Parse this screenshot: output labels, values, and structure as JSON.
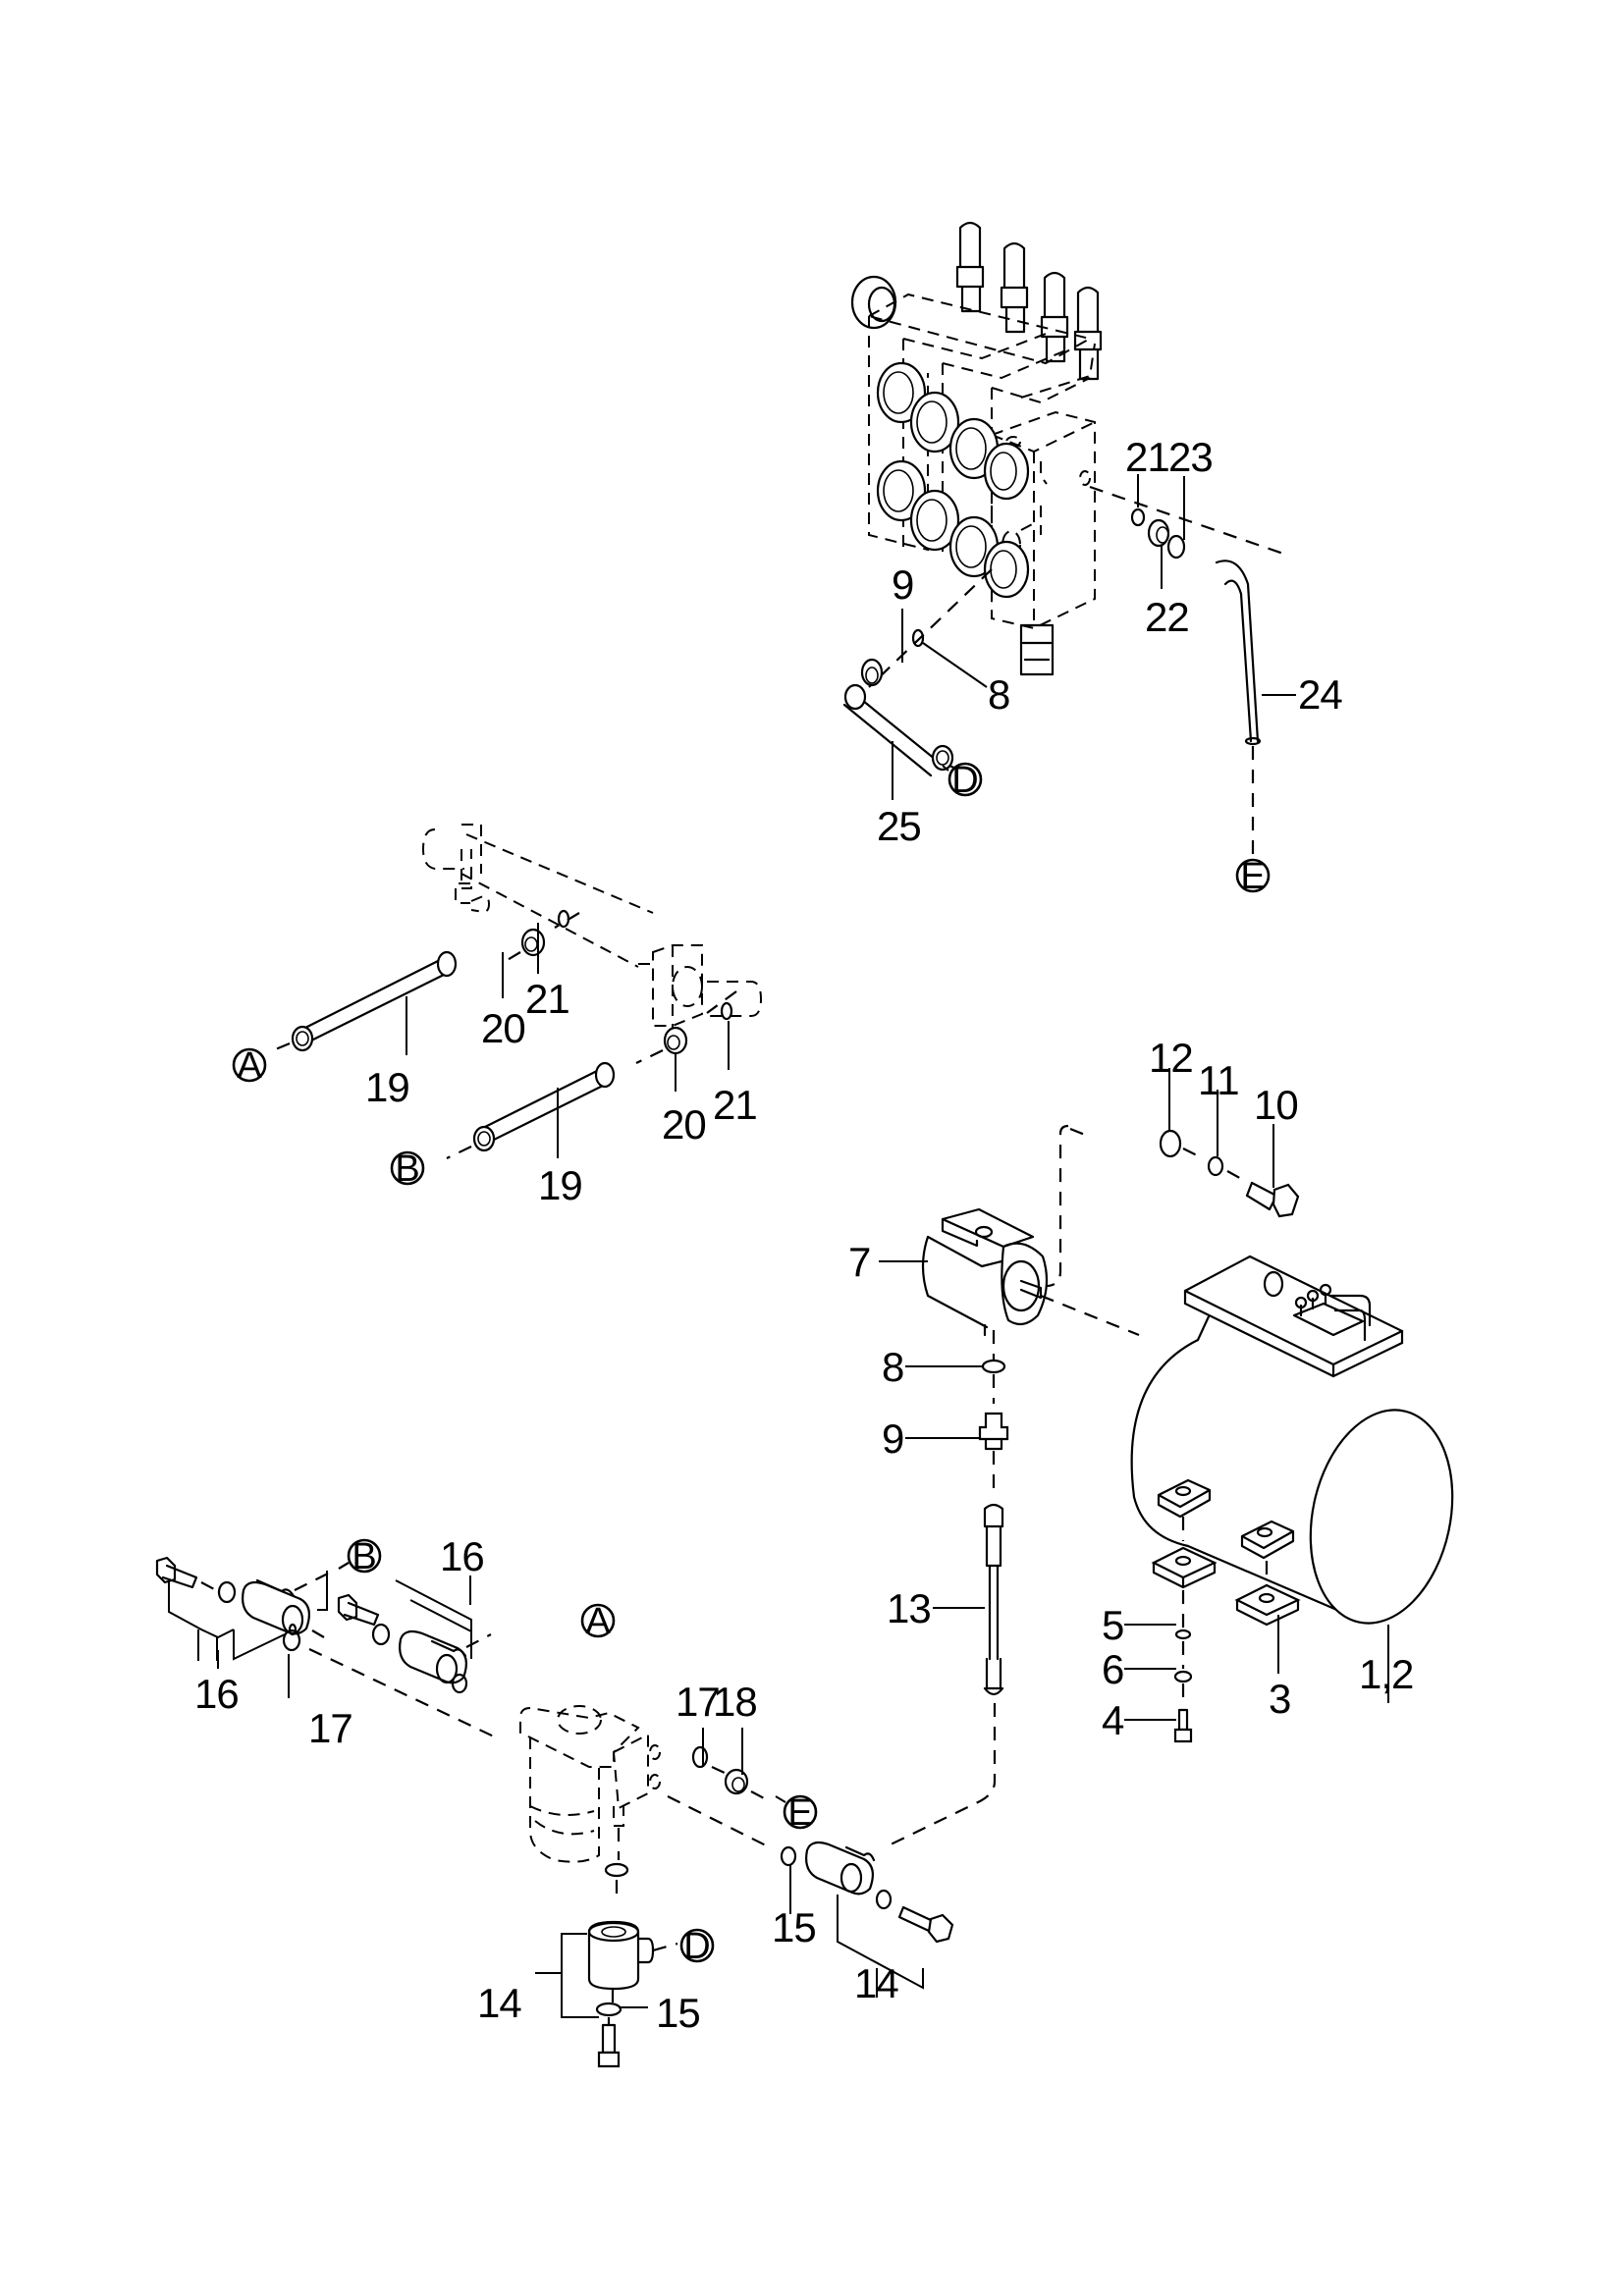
{
  "diagram": {
    "type": "exploded parts diagram",
    "subject": "Hydraulic system: control valve, steering cylinder lines, pump, tank and steering unit",
    "line_color": "#000000",
    "background": "#ffffff"
  },
  "callouts": {
    "valve_21": "21",
    "valve_23": "23",
    "valve_22": "22",
    "valve_9": "9",
    "valve_8": "8",
    "hose_24": "24",
    "hose_25": "25",
    "cyl_20a": "20",
    "cyl_21a": "21",
    "cyl_19a": "19",
    "cyl_20b": "20",
    "cyl_21b": "21",
    "cyl_19b": "19",
    "pump_12": "12",
    "pump_11": "11",
    "pump_10": "10",
    "pump_7": "7",
    "pump_8": "8",
    "pump_9": "9",
    "hose_13": "13",
    "tank_5": "5",
    "tank_6": "6",
    "tank_4": "4",
    "tank_3": "3",
    "tank_12": "1,2",
    "steer_16a": "16",
    "steer_17a": "17",
    "steer_16b": "16",
    "steer_17b": "17",
    "steer_18": "18",
    "steer_15a": "15",
    "steer_14a": "14",
    "steer_14b": "14",
    "steer_15b": "15"
  },
  "connection_refs": {
    "valve_D": "D",
    "valve_E": "E",
    "cyl_A": "A",
    "cyl_B": "B",
    "steer_B": "B",
    "steer_A": "A",
    "steer_E": "E",
    "steer_D": "D"
  }
}
